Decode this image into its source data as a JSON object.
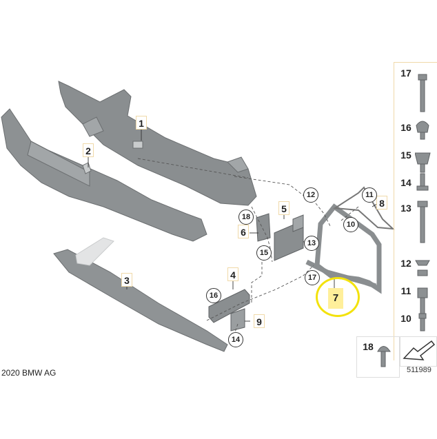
{
  "callouts_plain": [
    {
      "id": "c1",
      "label": "1"
    },
    {
      "id": "c2",
      "label": "2"
    },
    {
      "id": "c3",
      "label": "3"
    },
    {
      "id": "c4",
      "label": "4"
    },
    {
      "id": "c5",
      "label": "5"
    },
    {
      "id": "c6",
      "label": "6"
    },
    {
      "id": "c8",
      "label": "8"
    },
    {
      "id": "c9",
      "label": "9"
    }
  ],
  "callouts_circled": [
    {
      "id": "k18a",
      "label": "18"
    },
    {
      "id": "k15",
      "label": "15"
    },
    {
      "id": "k13",
      "label": "13"
    },
    {
      "id": "k12",
      "label": "12"
    },
    {
      "id": "k11",
      "label": "11"
    },
    {
      "id": "k10",
      "label": "10"
    },
    {
      "id": "k17",
      "label": "17"
    },
    {
      "id": "k16",
      "label": "16"
    },
    {
      "id": "k14",
      "label": "14"
    }
  ],
  "highlighted_callout": {
    "label": "7"
  },
  "parts_sidebar": [
    {
      "label": "17"
    },
    {
      "label": "16"
    },
    {
      "label": "15"
    },
    {
      "label": "14"
    },
    {
      "label": "13"
    },
    {
      "label": "12"
    },
    {
      "label": "11"
    },
    {
      "label": "10"
    }
  ],
  "part_18_label": "18",
  "copyright": "2020 BMW AG",
  "diagram_number": "511989",
  "highlight_color": "#f3e20c"
}
